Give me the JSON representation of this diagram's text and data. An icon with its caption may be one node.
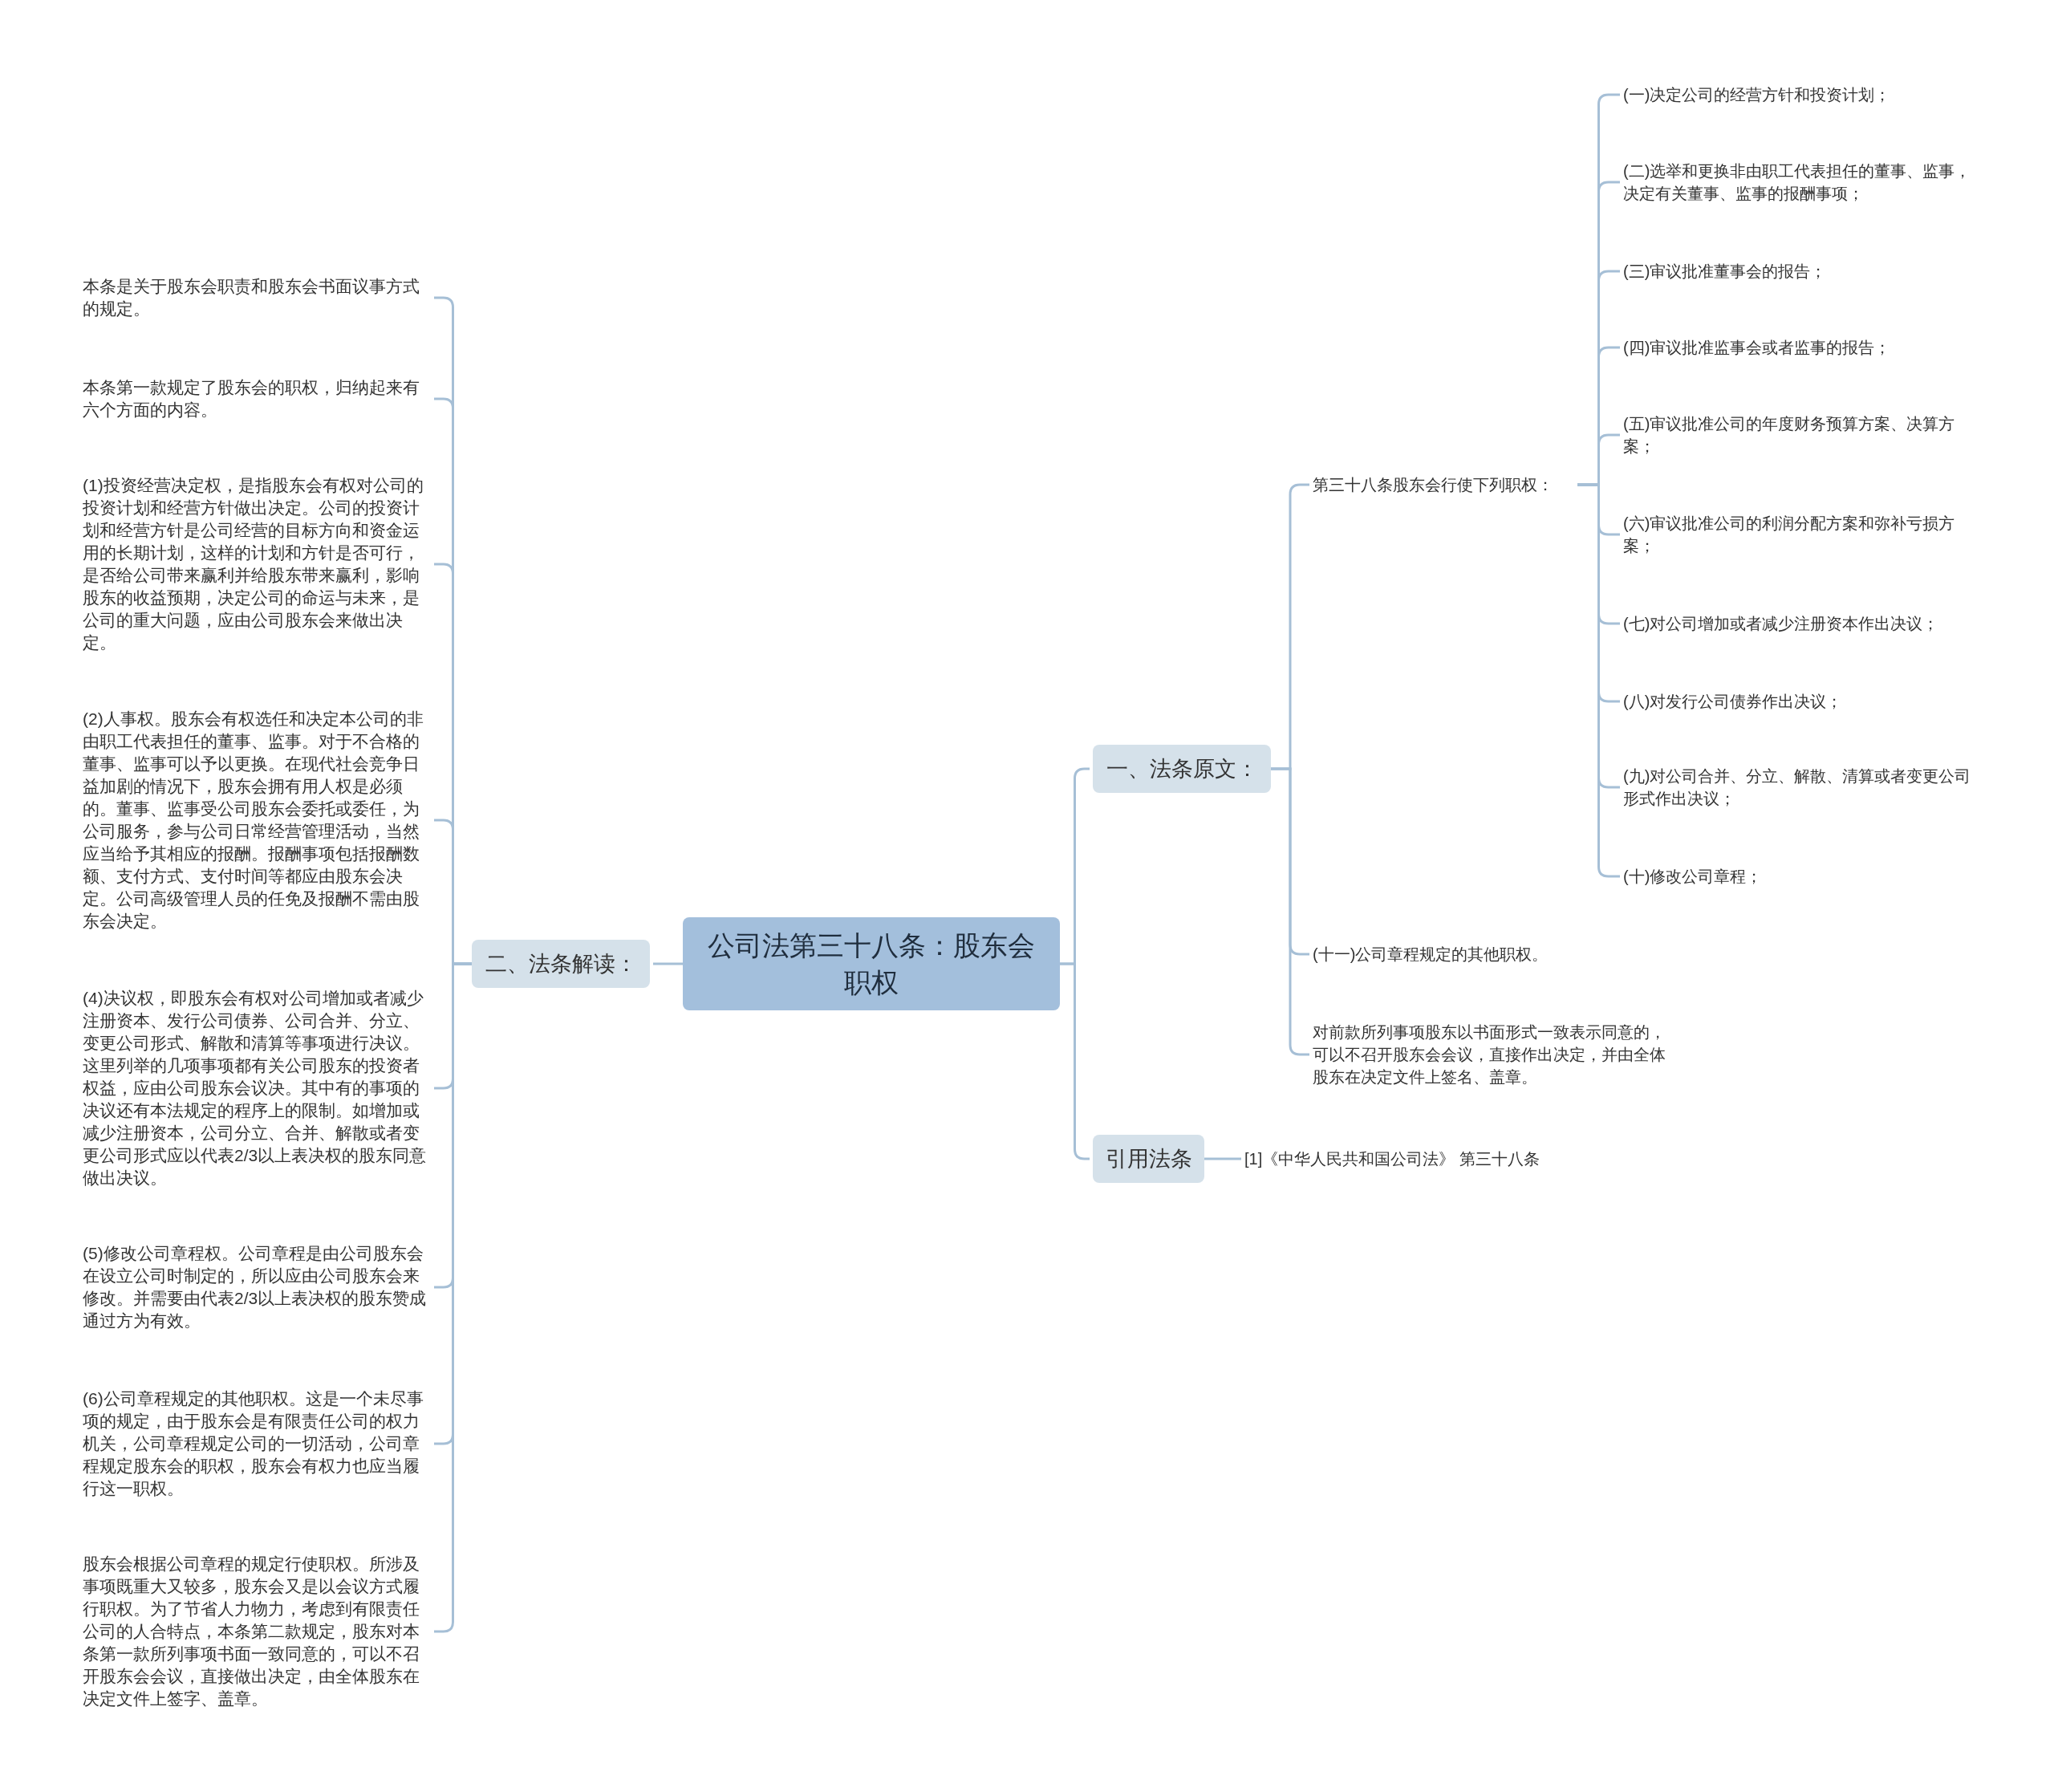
{
  "diagram": {
    "nodes": [
      {
        "text": [
          "公司法第三十八条：股东会职权"
        ]
      },
      {
        "text": [
          "一、法条原文："
        ]
      },
      {
        "text": [
          "第三十八条股东会行使下列职权："
        ]
      },
      {
        "text": [
          "(一)决定公司的经营方针和投资计划；"
        ]
      },
      {
        "text": [
          "(二)选举和更换非由职工代表担任的董事、监事，决定有关董事、监事的报酬事项；"
        ]
      },
      {
        "text": [
          "(三)审议批准董事会的报告；"
        ]
      },
      {
        "text": [
          "(四)审议批准监事会或者监事的报告；"
        ]
      },
      {
        "text": [
          "(五)审议批准公司的年度财务预算方案、决算方案；"
        ]
      },
      {
        "text": [
          "(六)审议批准公司的利润分配方案和弥补亏损方案；"
        ]
      },
      {
        "text": [
          "(七)对公司增加或者减少注册资本作出决议；"
        ]
      },
      {
        "text": [
          "(八)对发行公司债券作出决议；"
        ]
      },
      {
        "text": [
          "(九)对公司合并、分立、解散、清算或者变更公司形式作出决议；"
        ]
      },
      {
        "text": [
          "(十)修改公司章程；"
        ]
      },
      {
        "text": [
          "(十一)公司章程规定的其他职权。"
        ]
      },
      {
        "text": [
          "对前款所列事项股东以书面形式一致表示同意的，可以不召开股东会会议，直接作出决定，并由全体股东在决定文件上签名、盖章。"
        ]
      },
      {
        "text": [
          "引用法条"
        ]
      },
      {
        "text": [
          "[1]《中华人民共和国公司法》 第三十八条"
        ]
      },
      {
        "text": [
          "二、法条解读："
        ]
      },
      {
        "text": [
          "本条是关于股东会职责和股东会书面议事方式的规定。"
        ]
      },
      {
        "text": [
          "本条第一款规定了股东会的职权，归纳起来有六个方面的内容。"
        ]
      },
      {
        "text": [
          "(1)投资经营决定权，是指股东会有权对公司的投资计划和经营方针做出决定。公司的投资计划和经营方针是公司经营的目标方向和资金运用的长期计划，这样的计划和方针是否可行，是否给公司带来赢利并给股东带来赢利，影响股东的收益预期，决定公司的命运与未来，是公司的重大问题，应由公司股东会来做出决定。"
        ]
      },
      {
        "text": [
          "(2)人事权。股东会有权选任和决定本公司的非由职工代表担任的董事、监事。对于不合格的董事、监事可以予以更换。在现代社会竞争日益加剧的情况下，股东会拥有用人权是必须的。董事、监事受公司股东会委托或委任，为公司服务，参与公司日常经营管理活动，当然应当给予其相应的报酬。报酬事项包括报酬数额、支付方式、支付时间等都应由股东会决定。公司高级管理人员的任免及报酬不需由股东会决定。"
        ]
      },
      {
        "text": [
          "(4)决议权，即股东会有权对公司增加或者减少注册资本、发行公司债券、公司合并、分立、变更公司形式、解散和清算等事项进行决议。这里列举的几项事项都有关公司股东的投资者权益，应由公司股东会议决。其中有的事项的决议还有本法规定的程序上的限制。如增加或减少注册资本，公司分立、合并、解散或者变更公司形式应以代表2/3以上表决权的股东同意做出决议。"
        ]
      },
      {
        "text": [
          "(5)修改公司章程权。公司章程是由公司股东会在设立公司时制定的，所以应由公司股东会来修改。并需要由代表2/3以上表决权的股东赞成通过方为有效。"
        ]
      },
      {
        "text": [
          "(6)公司章程规定的其他职权。这是一个未尽事项的规定，由于股东会是有限责任公司的权力机关，公司章程规定公司的一切活动，公司章程规定股东会的职权，股东会有权力也应当履行这一职权。"
        ]
      },
      {
        "text": [
          "股东会根据公司章程的规定行使职权。所涉及事项既重大又较多，股东会又是以会议方式履行职权。为了节省人力物力，考虑到有限责任公司的人合特点，本条第二款规定，股东对本条第一款所列事项书面一致同意的，可以不召开股东会会议，直接做出决定，由全体股东在决定文件上签字、盖章。"
        ]
      }
    ],
    "edges": [
      {
        "from": 0,
        "to": 1,
        "arrow": "none"
      },
      {
        "from": 1,
        "to": 2,
        "arrow": "none"
      },
      {
        "from": 2,
        "to": 3,
        "arrow": "none"
      },
      {
        "from": 2,
        "to": 4,
        "arrow": "none"
      },
      {
        "from": 2,
        "to": 5,
        "arrow": "none"
      },
      {
        "from": 2,
        "to": 6,
        "arrow": "none"
      },
      {
        "from": 2,
        "to": 7,
        "arrow": "none"
      },
      {
        "from": 2,
        "to": 8,
        "arrow": "none"
      },
      {
        "from": 2,
        "to": 9,
        "arrow": "none"
      },
      {
        "from": 2,
        "to": 10,
        "arrow": "none"
      },
      {
        "from": 2,
        "to": 11,
        "arrow": "none"
      },
      {
        "from": 2,
        "to": 12,
        "arrow": "none"
      },
      {
        "from": 1,
        "to": 13,
        "arrow": "none"
      },
      {
        "from": 1,
        "to": 14,
        "arrow": "none"
      },
      {
        "from": 0,
        "to": 15,
        "arrow": "none"
      },
      {
        "from": 15,
        "to": 16,
        "arrow": "none"
      },
      {
        "from": 0,
        "to": 17,
        "arrow": "none"
      },
      {
        "from": 17,
        "to": 18,
        "arrow": "none"
      },
      {
        "from": 17,
        "to": 19,
        "arrow": "none"
      },
      {
        "from": 17,
        "to": 20,
        "arrow": "none"
      },
      {
        "from": 17,
        "to": 21,
        "arrow": "none"
      },
      {
        "from": 17,
        "to": 22,
        "arrow": "none"
      },
      {
        "from": 17,
        "to": 23,
        "arrow": "none"
      },
      {
        "from": 17,
        "to": 24,
        "arrow": "none"
      },
      {
        "from": 17,
        "to": 25,
        "arrow": "none"
      }
    ]
  }
}
